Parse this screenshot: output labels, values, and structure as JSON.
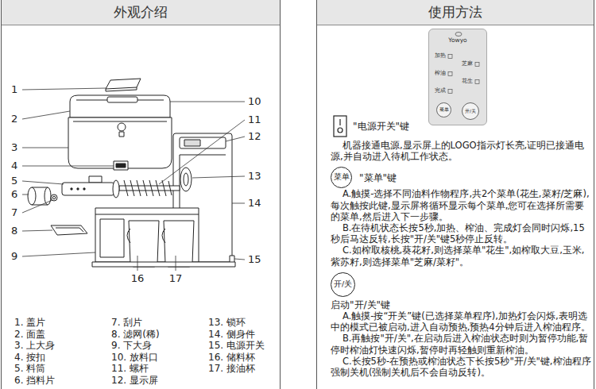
{
  "diagram": {
    "nodes": [
      {
        "text": [
          "外观介绍"
        ]
      },
      {
        "text": [
          "使用方法"
        ]
      },
      {
        "text": [
          "Yowyo",
          "加热",
          "芝麻",
          "榨油",
          "花生",
          "完成"
        ]
      },
      {
        "text": [
          "菜单"
        ],
        "in": 2
      },
      {
        "text": [
          "开/关"
        ],
        "in": 2
      },
      {
        "text": [
          "菜单"
        ]
      },
      {
        "text": [
          "开/关"
        ]
      }
    ],
    "labels": [
      "1",
      "2",
      "3",
      "4",
      "5",
      "6",
      "7",
      "8",
      "9",
      "10",
      "11",
      "12",
      "13",
      "14",
      "15",
      "16",
      "17",
      "1. 盖片",
      "2. 面盖",
      "3. 上大身",
      "4. 按扣",
      "5. 料筒",
      "6. 挡料片",
      "7. 刮片",
      "8. 滤网(稀)",
      "9. 下大身",
      "10. 放料口",
      "11. 螺杆",
      "12. 显示屏",
      "13. 锁环",
      "14. 侧身件",
      "15. 电源开关",
      "16. 储料杯",
      "17. 接油杯",
      "\"电源开关\"键",
      "机器接通电源,显示屏上的LOGO指示灯长亮,证明已接通电源,并自动进入待机工作状态。",
      "\"菜单\"键",
      "A.触摸-选择不同油料作物程序,共2个菜单(花生,菜籽/芝麻),每次触按此键,显示屏将循环显示每个菜单,您可在选择所需要的菜单,然后进入下一步骤。",
      "B.在待机状态长按5秒,加热、榨油、完成灯会同时闪烁,15秒后马达反转,长按\"开/关\"键5秒停止反转。",
      "C.如榨取核桃,葵花籽,则选择菜单\"花生\",如榨取大豆,玉米,紫苏籽,则选择菜单\"芝麻/菜籽\"。",
      "启动\"开/关\"键",
      "A.触摸-按“开关”键(已选择菜单程序),加热灯会闪烁,表明选中的模式已被启动,进入自动预热,预热4分钟后进入榨油程序。",
      "B.再触按\"开/关\",在启动后进入榨油状态时则为暂停功能,暂停时榨油灯快速闪烁,暂停时再轻触则重新榨油。",
      "C.长按5秒-在预热或榨油状态下长按5秒\"开/关\"键,榨油程序强制关机(强制关机后不会自动反转)。"
    ]
  }
}
